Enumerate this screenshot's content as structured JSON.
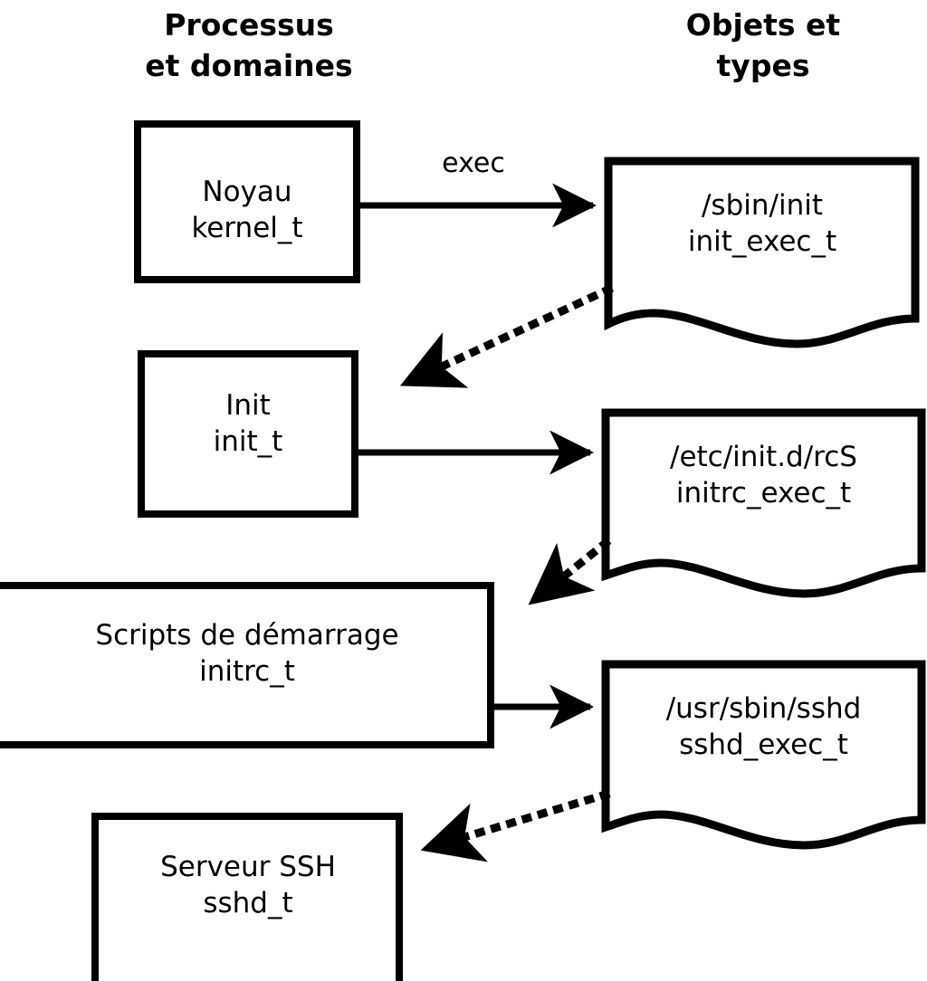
{
  "columns": {
    "left_header": "Processus\net domaines",
    "right_header": "Objets et\ntypes"
  },
  "colors": {
    "stroke": "#000000",
    "fill": "#ffffff",
    "text": "#000000"
  },
  "process_nodes": [
    {
      "id": "kernel",
      "title": "Noyau",
      "type": "kernel_t",
      "label": "Noyau\nkernel_t"
    },
    {
      "id": "init",
      "title": "Init",
      "type": "init_t",
      "label": "Init\ninit_t"
    },
    {
      "id": "initrc",
      "title": "Scripts de démarrage",
      "type": "initrc_t",
      "label": "Scripts de démarrage\ninitrc_t"
    },
    {
      "id": "sshd",
      "title": "Serveur SSH",
      "type": "sshd_t",
      "label": "Serveur SSH\nsshd_t"
    }
  ],
  "object_nodes": [
    {
      "id": "init_exec",
      "path": "/sbin/init",
      "type": "init_exec_t",
      "label": "/sbin/init\ninit_exec_t"
    },
    {
      "id": "initrc_exec",
      "path": "/etc/init.d/rcS",
      "type": "initrc_exec_t",
      "label": "/etc/init.d/rcS\ninitrc_exec_t"
    },
    {
      "id": "sshd_exec",
      "path": "/usr/sbin/sshd",
      "type": "sshd_exec_t",
      "label": "/usr/sbin/sshd\nsshd_exec_t"
    }
  ],
  "edges": [
    {
      "id": "e1",
      "from": "kernel",
      "to": "init_exec",
      "label": "exec",
      "style": "solid"
    },
    {
      "id": "e2",
      "from": "init_exec",
      "to": "init",
      "label": "",
      "style": "dotted"
    },
    {
      "id": "e3",
      "from": "init",
      "to": "initrc_exec",
      "label": "",
      "style": "solid"
    },
    {
      "id": "e4",
      "from": "initrc_exec",
      "to": "initrc",
      "label": "",
      "style": "dotted"
    },
    {
      "id": "e5",
      "from": "initrc",
      "to": "sshd_exec",
      "label": "",
      "style": "solid"
    },
    {
      "id": "e6",
      "from": "sshd_exec",
      "to": "sshd",
      "label": "",
      "style": "dotted"
    }
  ],
  "edge_labels": {
    "exec": "exec"
  }
}
